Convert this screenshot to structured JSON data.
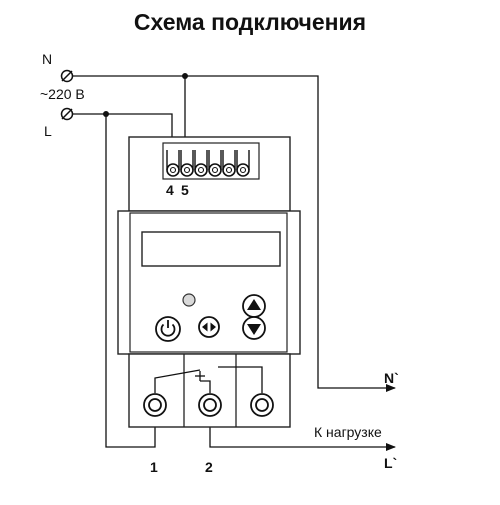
{
  "title": "Схема подключения",
  "supply": {
    "neutral_label": "N",
    "voltage_label": "~220 В",
    "line_label": "L"
  },
  "terminal_labels": {
    "t4": "4",
    "t5": "5"
  },
  "outputs": {
    "neutral_out": "N`",
    "load_label": "К нагрузке",
    "line_out": "L`"
  },
  "relay_terminals": {
    "t1": "1",
    "t2": "2"
  },
  "icons": [
    "power-button-icon",
    "left-right-arrows-icon",
    "up-arrow-icon",
    "down-arrow-icon"
  ]
}
